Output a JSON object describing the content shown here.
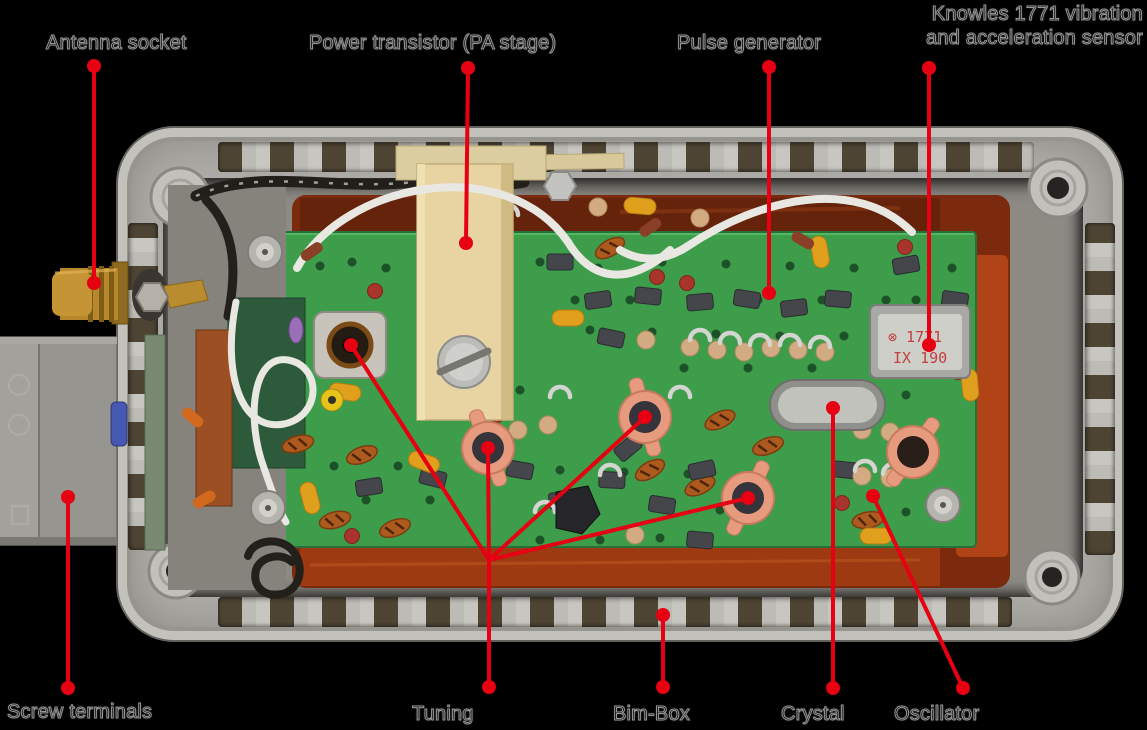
{
  "figure": {
    "background_color": "#000000",
    "callout_color": "#e60012",
    "label_text_color": "#0d0d0d",
    "label_outline_color": "#969696",
    "labels": {
      "antenna_socket": "Antenna socket",
      "power_transistor": "Power transistor (PA stage)",
      "pulse_generator": "Pulse generator",
      "knowles_sensor_line1": "Knowles 1771 vibration",
      "knowles_sensor_line2": "and acceleration sensor",
      "screw_terminals": "Screw terminals",
      "tuning": "Tuning",
      "bim_box": "Bim-Box",
      "crystal": "Crystal",
      "oscillator": "Oscillator"
    },
    "photo": {
      "sensor_marking_line1": "⊗ 1771",
      "sensor_marking_line2": "IX 190",
      "colors": {
        "enclosure_metal": "#aeaca7",
        "pcb_green": "#3d9d4a",
        "insulation_copper": "#7c2a0d",
        "terminal_block_gray": "#97958f",
        "antenna_brass": "#b8862b",
        "power_transistor_ceramic": "#e7d4a2"
      }
    }
  }
}
